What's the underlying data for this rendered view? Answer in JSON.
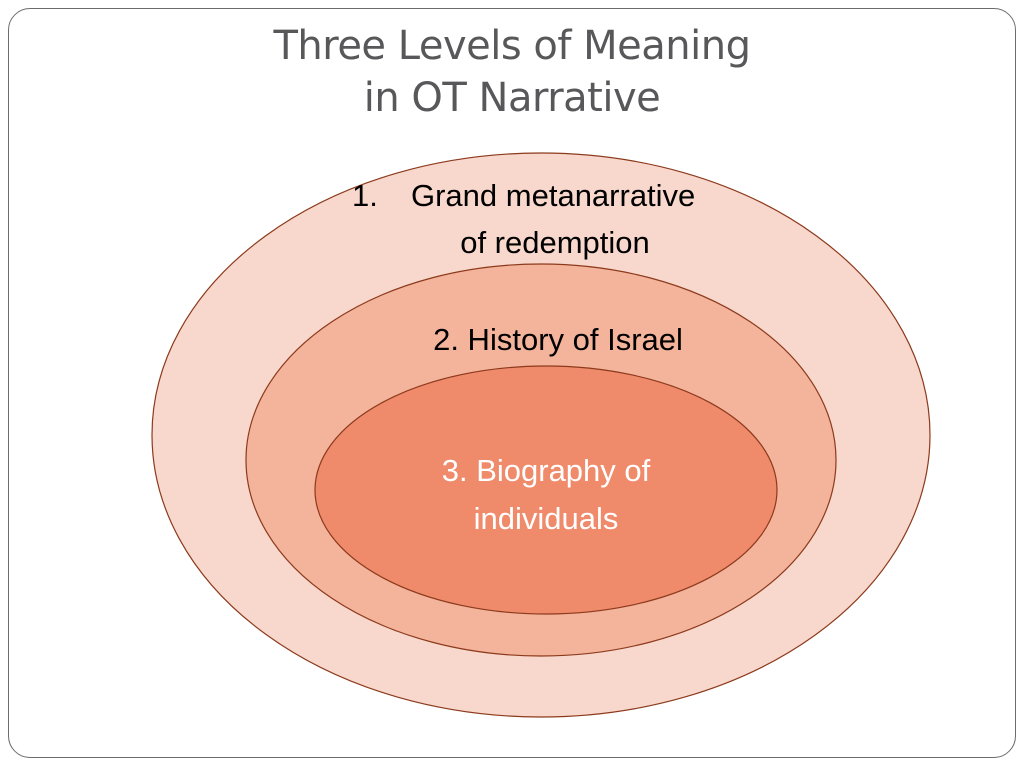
{
  "title": {
    "line1": "Three Levels of Meaning",
    "line2": "in OT Narrative"
  },
  "levels": [
    {
      "number": "1.",
      "label_line1": "Grand metanarrative",
      "label_line2": "of redemption",
      "fill": "#f8d7cc",
      "text_color": "#000000"
    },
    {
      "label": "2. History of Israel",
      "fill": "#f4b39b",
      "text_color": "#000000"
    },
    {
      "label_line1": "3. Biography of",
      "label_line2": "individuals",
      "fill": "#ef8a6b",
      "text_color": "#ffffff"
    }
  ],
  "colors": {
    "outline": "#8c3a1c",
    "title": "#58585a",
    "frame": "#6b6b6b"
  }
}
